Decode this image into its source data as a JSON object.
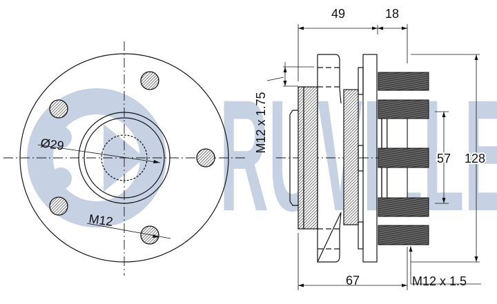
{
  "watermark": {
    "logo_text": "RUVILLE",
    "color": "#c6d1e4"
  },
  "front_view": {
    "labels": {
      "spline_diameter": "Ø29",
      "bolt_thread": "M12"
    }
  },
  "side_view": {
    "labels": {
      "width_flange": "49",
      "width_studs": "18",
      "total_width": "67",
      "pilot_diameter": "57",
      "flange_diameter": "128",
      "mount_thread": "M12 x 1.75",
      "stud_thread": "M12 x 1.5"
    }
  },
  "colors": {
    "line": "#111111",
    "hatch": "#555555",
    "watermark": "#c6d1e4"
  }
}
